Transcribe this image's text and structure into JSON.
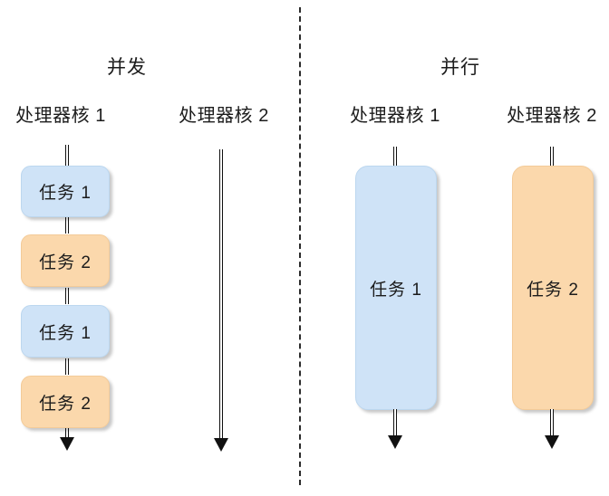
{
  "figure": {
    "background_color": "#ffffff",
    "divider": {
      "name": "panel-divider",
      "style": "dashed",
      "color": "#2b2b2b"
    },
    "colors": {
      "task_1_fill": "#cfe3f7",
      "task_2_fill": "#fbd8ac",
      "line_color": "#111111",
      "text_color": "#1c1c1c"
    }
  },
  "panels": [
    {
      "id": "concurrency",
      "title": "并发",
      "cores": [
        {
          "label": "处理器核 1",
          "tasks": [
            {
              "label": "任务 1",
              "color": "blue"
            },
            {
              "label": "任务 2",
              "color": "orange"
            },
            {
              "label": "任务 1",
              "color": "blue"
            },
            {
              "label": "任务 2",
              "color": "orange"
            }
          ]
        },
        {
          "label": "处理器核 2",
          "tasks": []
        }
      ]
    },
    {
      "id": "parallelism",
      "title": "并行",
      "cores": [
        {
          "label": "处理器核 1",
          "tasks": [
            {
              "label": "任务 1",
              "color": "blue"
            }
          ]
        },
        {
          "label": "处理器核 2",
          "tasks": [
            {
              "label": "任务 2",
              "color": "orange"
            }
          ]
        }
      ]
    }
  ]
}
